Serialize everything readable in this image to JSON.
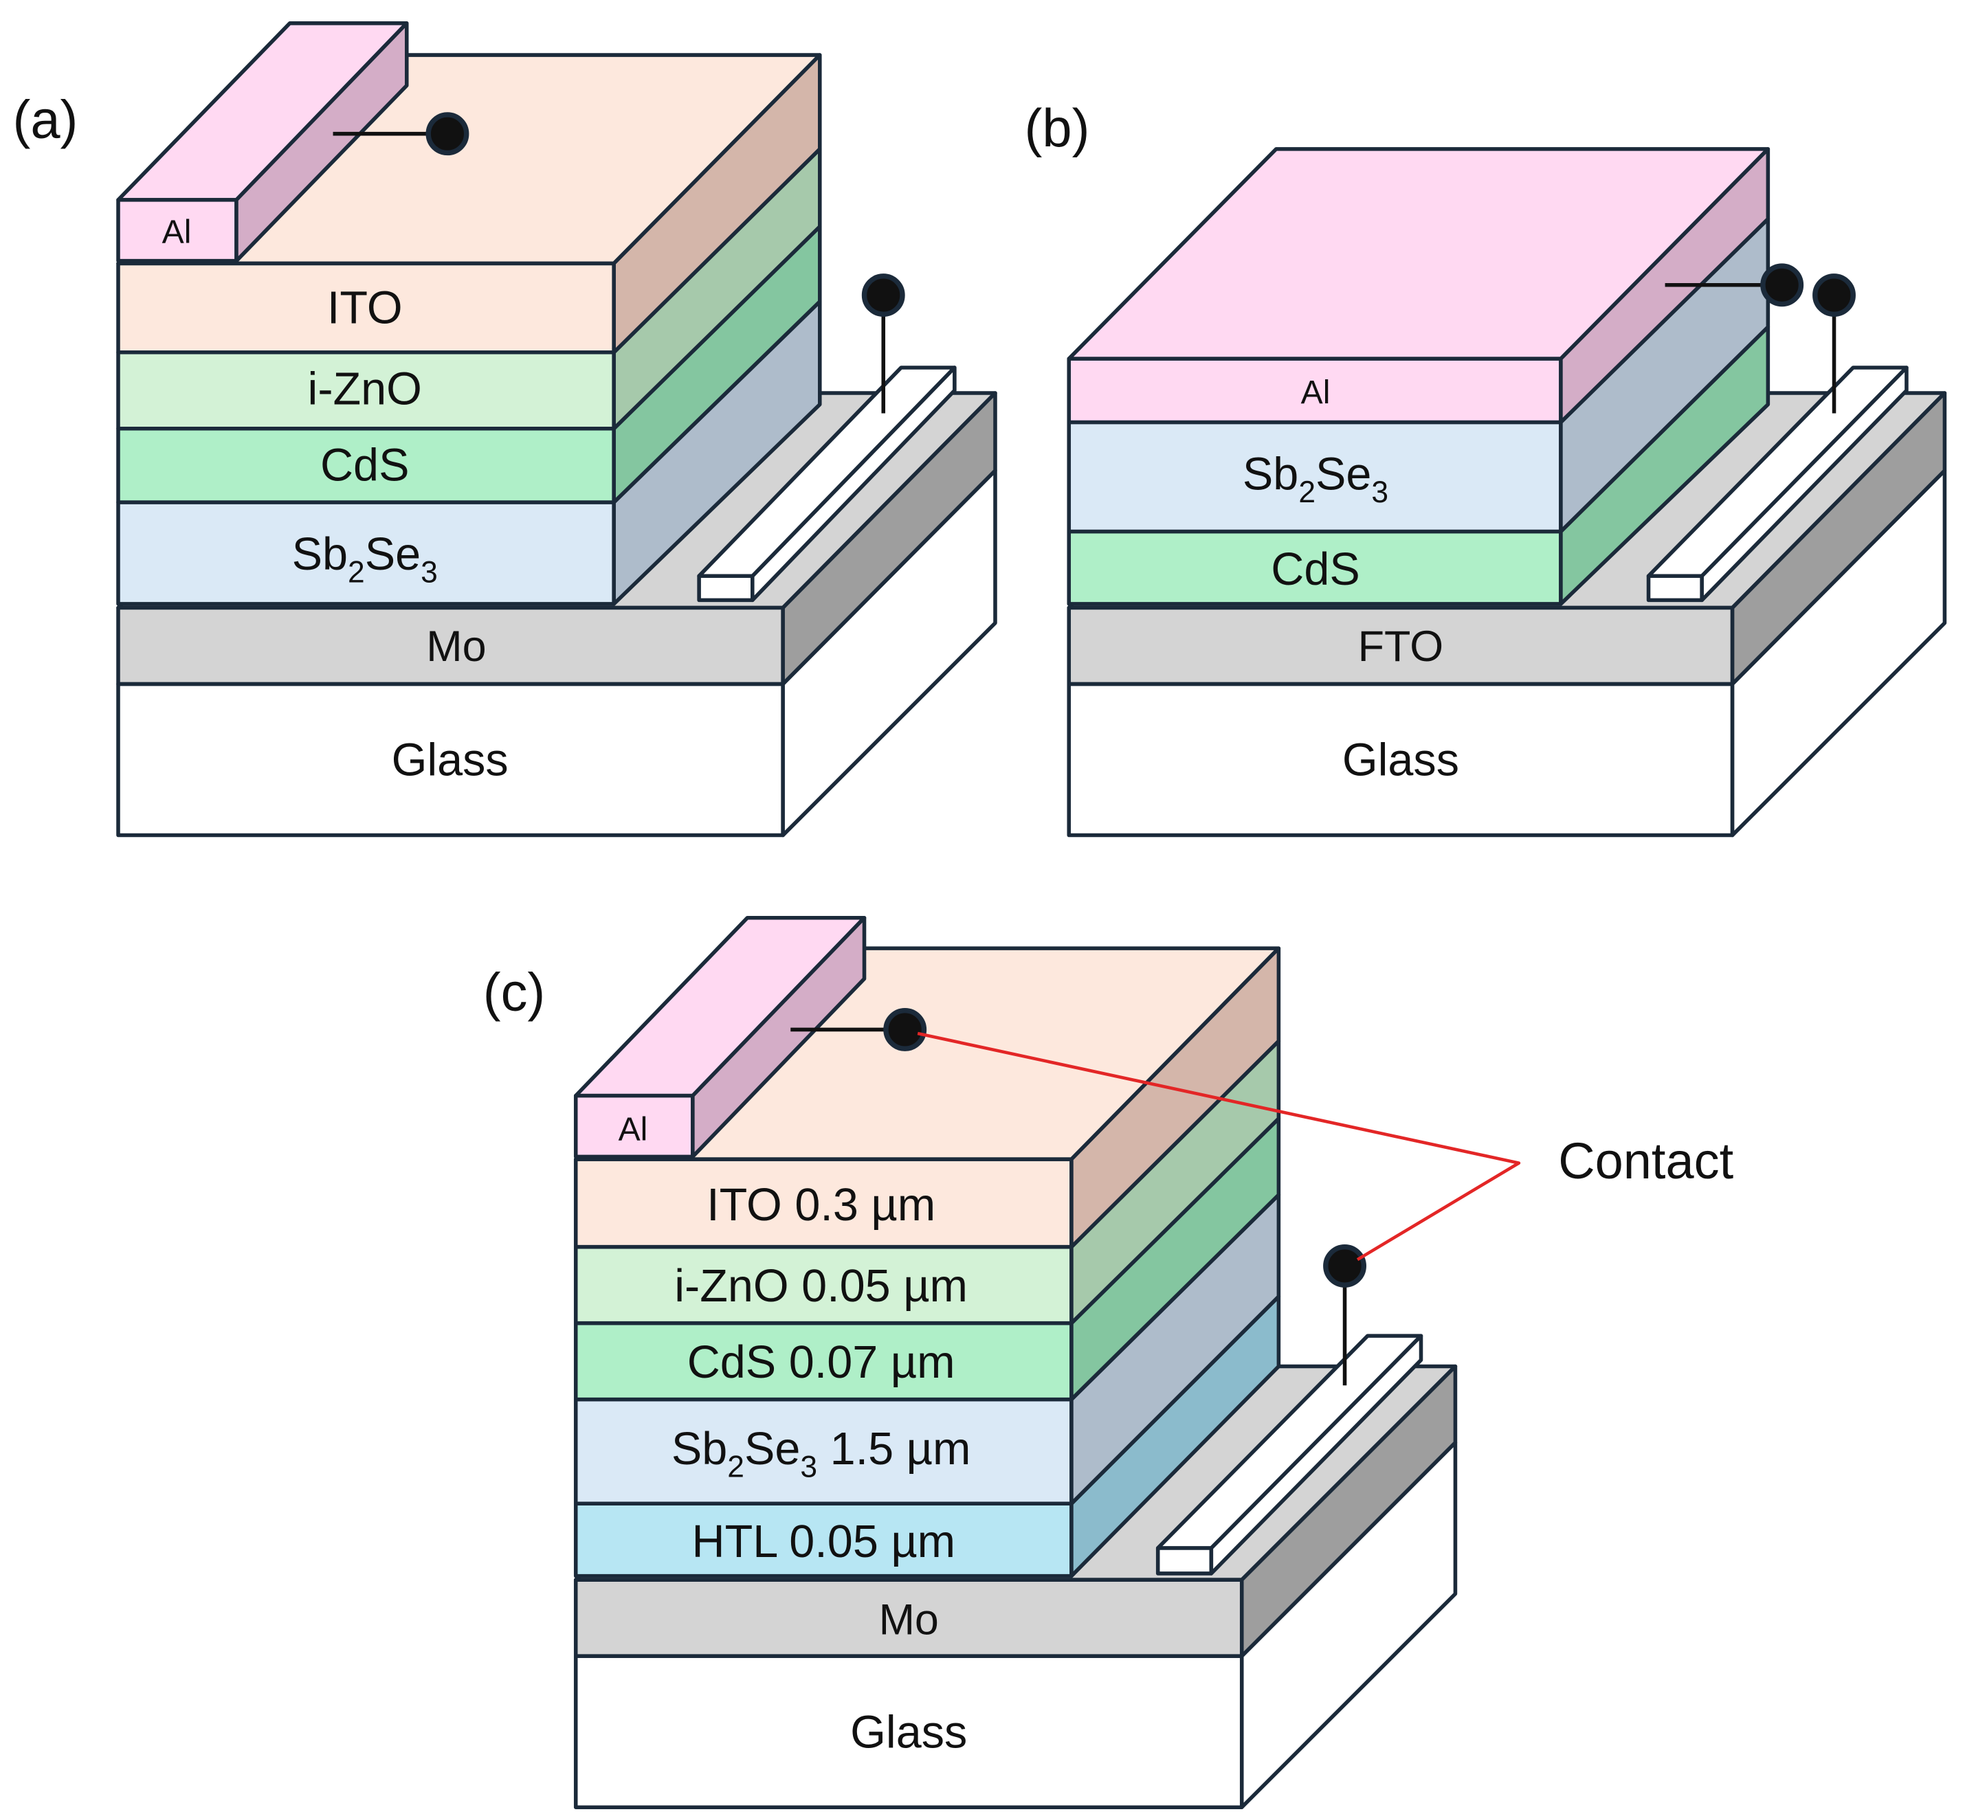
{
  "panels": {
    "a": {
      "label": "(a)",
      "layers": {
        "al": "Al",
        "ito": "ITO",
        "izno": "i-ZnO",
        "cds": "CdS",
        "sbse_main": "Sb",
        "sbse_sub1": "2",
        "sbse_mid": "Se",
        "sbse_sub2": "3",
        "mo": "Mo",
        "glass": "Glass"
      }
    },
    "b": {
      "label": "(b)",
      "layers": {
        "al": "Al",
        "sbse_main": "Sb",
        "sbse_sub1": "2",
        "sbse_mid": "Se",
        "sbse_sub2": "3",
        "cds": "CdS",
        "fto": "FTO",
        "glass": "Glass"
      }
    },
    "c": {
      "label": "(c)",
      "layers": {
        "al": "Al",
        "ito": "ITO 0.3 µm",
        "izno": "i-ZnO 0.05 µm",
        "cds": "CdS 0.07 µm",
        "sbse_main": "Sb",
        "sbse_sub1": "2",
        "sbse_mid": "Se",
        "sbse_sub2": "3",
        "sbse_thick": " 1.5 µm",
        "htl": "HTL 0.05 µm",
        "mo": "Mo",
        "glass": "Glass"
      },
      "callout": "Contact"
    }
  },
  "colors": {
    "al": "#FFD9F2",
    "ito": "#FDE8DD",
    "izno": "#D3F2D6",
    "cds": "#AFEFC8",
    "sbse": "#DAE9F6",
    "htl": "#B7E6F3",
    "mo": "#D4D4D4",
    "glass": "#FFFFFF",
    "outline": "#1B2A3A",
    "callout_line": "#E32626"
  }
}
